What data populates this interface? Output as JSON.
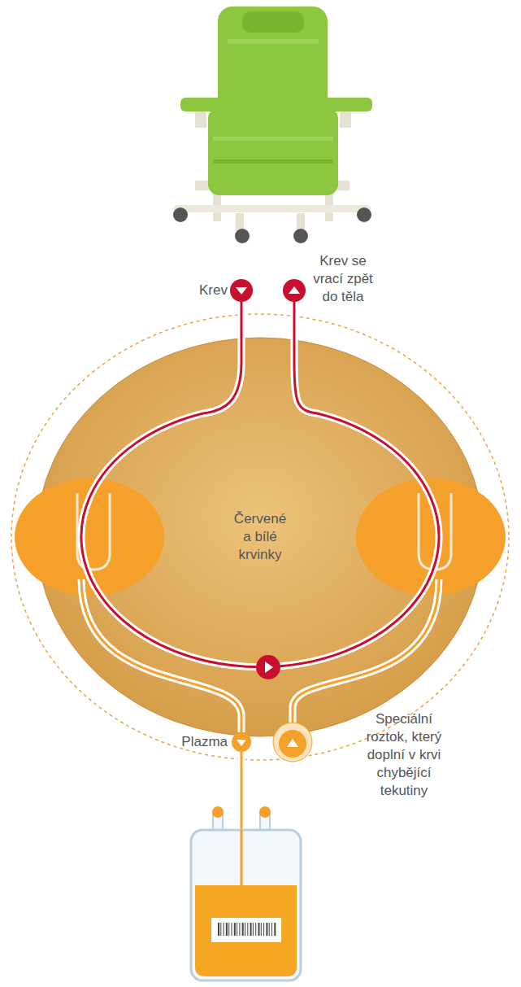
{
  "diagram": {
    "nodes": [
      {
        "text": [
          "Červené a bílé krvinky"
        ]
      }
    ],
    "labels": [
      "Krev",
      "Krev se vrací zpět do těla",
      "Plazma",
      "Speciální roztok, který doplní v krvi chybějící tekutiny"
    ]
  }
}
